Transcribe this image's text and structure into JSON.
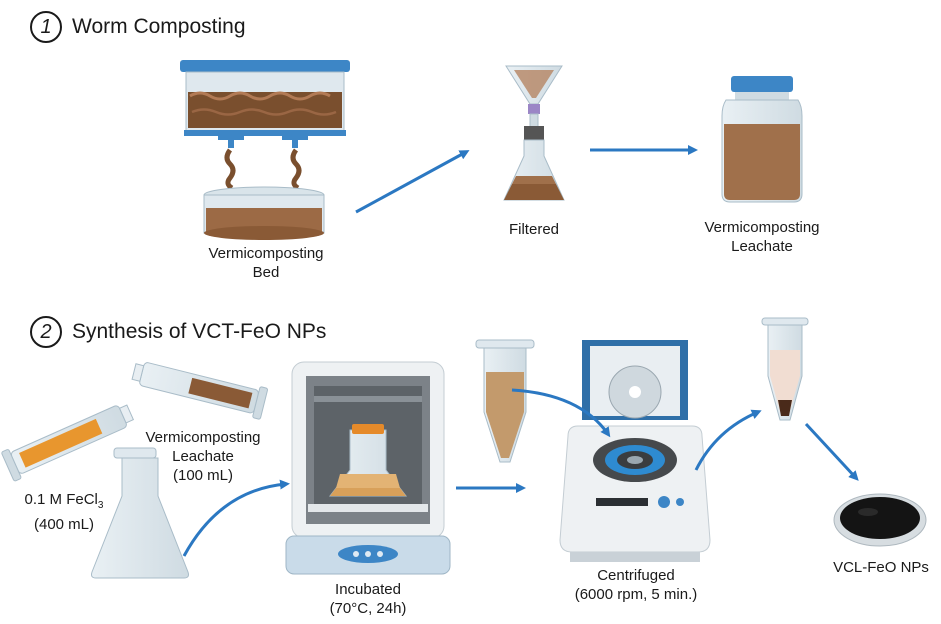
{
  "steps": [
    {
      "number": "1",
      "title": "Worm Composting"
    },
    {
      "number": "2",
      "title": "Synthesis of VCT-FeO NPs"
    }
  ],
  "labels": {
    "bed": [
      "Vermicomposting",
      "Bed"
    ],
    "filtered": "Filtered",
    "leachate": [
      "Vermicomposting",
      "Leachate"
    ],
    "fecl3": [
      "0.1 M FeCl",
      "3",
      "(400 mL)"
    ],
    "leachate_vol": [
      "Vermicomposting",
      "Leachate",
      "(100 mL)"
    ],
    "incubated": [
      "Incubated",
      "(70°C, 24h)"
    ],
    "centrifuged": [
      "Centrifuged",
      "(6000 rpm, 5 min.)"
    ],
    "product": "VCL-FeO NPs"
  },
  "colors": {
    "arrow": "#2b78c2",
    "brown": "#8a5a36",
    "lid_blue": "#3d86c6",
    "orange": "#e58a2a"
  }
}
